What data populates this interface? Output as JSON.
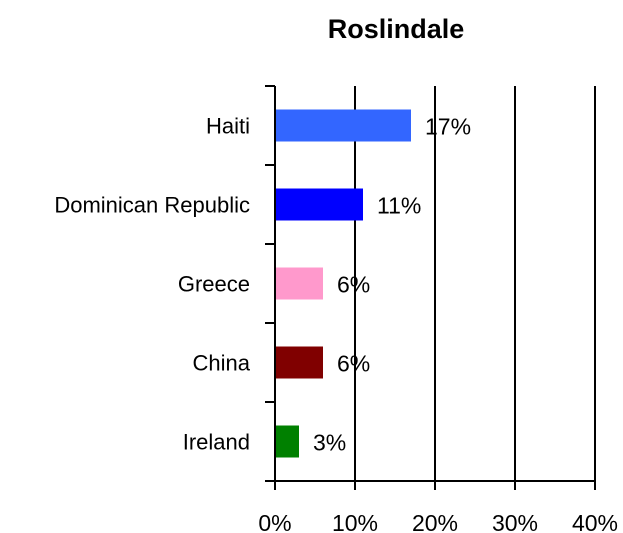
{
  "chart_data": {
    "type": "bar",
    "orientation": "horizontal",
    "title": "Roslindale",
    "categories": [
      "Haiti",
      "Dominican Republic",
      "Greece",
      "China",
      "Ireland"
    ],
    "values": [
      17,
      11,
      6,
      6,
      3
    ],
    "value_labels": [
      "17%",
      "11%",
      "6%",
      "6%",
      "3%"
    ],
    "colors": [
      "#3366FF",
      "#0000FF",
      "#FF99CC",
      "#800000",
      "#008000"
    ],
    "xlim": [
      0,
      40
    ],
    "xticks": [
      0,
      10,
      20,
      30,
      40
    ],
    "xtick_labels": [
      "0%",
      "10%",
      "20%",
      "30%",
      "40%"
    ],
    "grid": "vertical",
    "legend": "none"
  }
}
